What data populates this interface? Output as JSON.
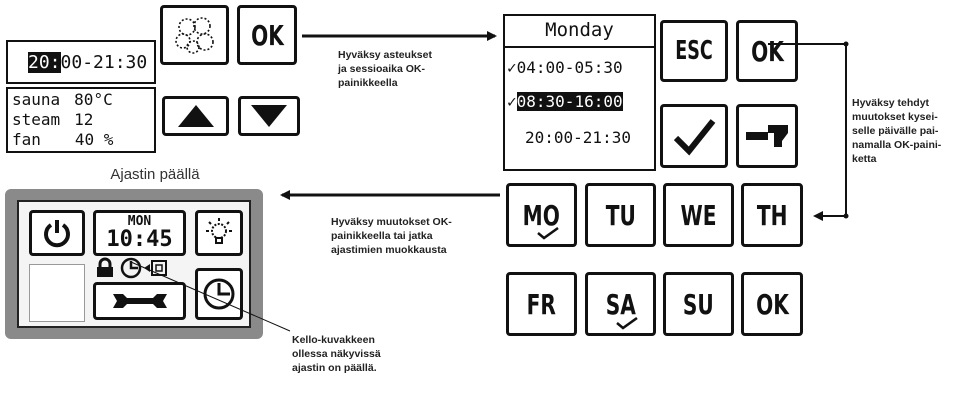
{
  "screen1": {
    "time_selected": "20:",
    "time_rest": "00-21:30",
    "ok_label": "OK",
    "status": {
      "line1_name": "sauna",
      "line1_value": "80°C",
      "line2_name": "steam",
      "line2_value": "12",
      "line3_name": "fan",
      "line3_value": "40 %"
    },
    "icons": [
      "aroma-icon",
      "up-arrow-icon",
      "down-arrow-icon"
    ]
  },
  "screen2": {
    "day": "Monday",
    "esc_label": "ESC",
    "ok_label": "OK",
    "sessions": [
      {
        "check": "✓",
        "time": "04:00-05:30",
        "selected": false
      },
      {
        "check": "✓",
        "time": "08:30-16:00",
        "selected": true
      },
      {
        "check": "",
        "time": "20:00-21:30",
        "selected": false
      }
    ],
    "icons": [
      "checkmark-icon",
      "hammer-icon"
    ]
  },
  "screen3": {
    "days": [
      "MO",
      "TU",
      "WE",
      "TH",
      "FR",
      "SA",
      "SU"
    ],
    "ok_label": "OK"
  },
  "screen4": {
    "caption": "Ajastin päällä",
    "day": "MON",
    "time": "10:45",
    "icons": [
      "power-icon",
      "bulb-icon",
      "lock-icon",
      "clock-icon",
      "wrench-icon"
    ]
  },
  "annotations": {
    "a1": [
      "Hyväksy asteukset",
      "ja sessioaika OK-",
      "painikkeella"
    ],
    "a2": [
      "Hyväksy tehdyt",
      "muutokset kysei-",
      "selle päivälle pai-",
      "namalla OK-paini-",
      "ketta"
    ],
    "a3": [
      "Hyväksy muutokset OK-",
      "painikkeella tai jatka",
      "ajastimien muokkausta"
    ],
    "a4": [
      "Kello-kuvakkeen",
      "ollessa näkyvissä",
      "ajastin on päällä."
    ]
  },
  "colors": {
    "ink": "#111111",
    "frame": "#8a8a8a",
    "screen_bg": "#f4f4f4"
  }
}
